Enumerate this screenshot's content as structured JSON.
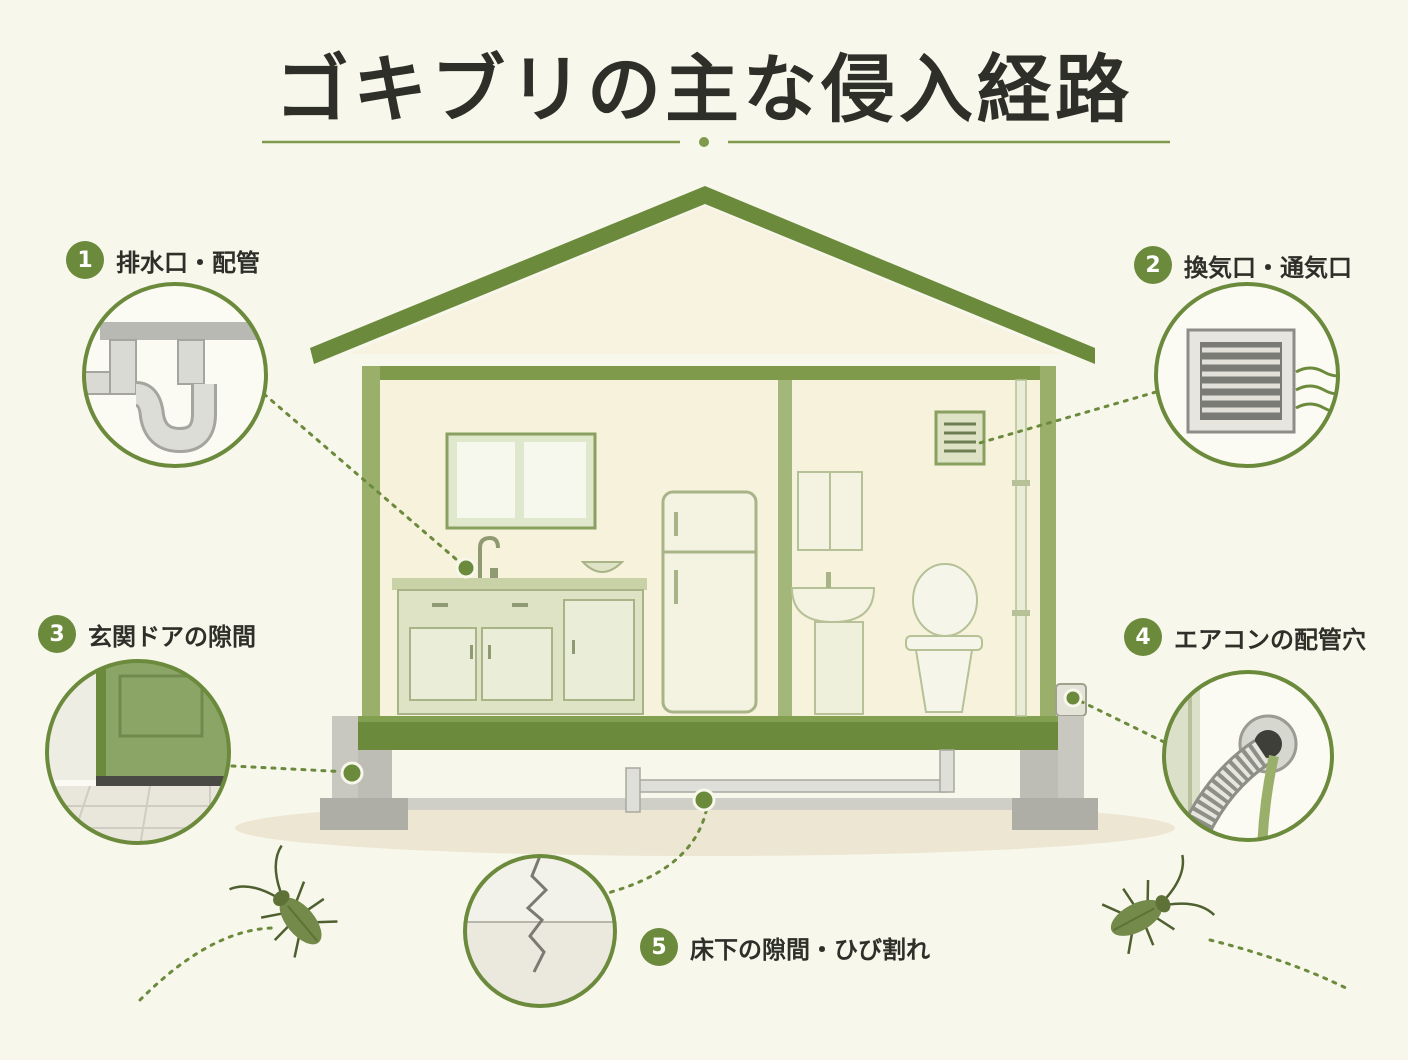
{
  "title": "ゴキブリの主な侵入経路",
  "colors": {
    "accent": "#6b8a3c",
    "background": "#f8f7ec",
    "text": "#2f2f2a",
    "wall_fill": "#f5f2dc",
    "cabinet": "#dfe3c6"
  },
  "routes": [
    {
      "number": "1",
      "label": "排水口・配管",
      "icon": "drain-pipe-icon"
    },
    {
      "number": "2",
      "label": "換気口・通気口",
      "icon": "vent-icon"
    },
    {
      "number": "3",
      "label": "玄関ドアの隙間",
      "icon": "door-gap-icon"
    },
    {
      "number": "4",
      "label": "エアコンの配管穴",
      "icon": "aircon-hole-icon"
    },
    {
      "number": "5",
      "label": "床下の隙間・ひび割れ",
      "icon": "floor-crack-icon"
    }
  ]
}
